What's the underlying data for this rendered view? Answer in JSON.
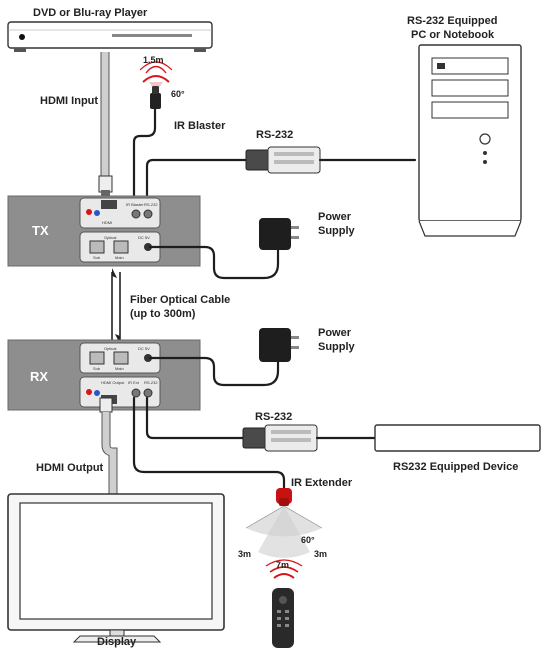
{
  "labels": {
    "source_player": "DVD or Blu-ray Player",
    "hdmi_input": "HDMI Input",
    "ir_blaster": "IR Blaster",
    "blaster_range": "1.5m",
    "blaster_angle": "60°",
    "rs232_top": "RS-232",
    "pc_line1": "RS-232 Equipped",
    "pc_line2": "PC or Notebook",
    "tx": "TX",
    "power_supply_tx_1": "Power",
    "power_supply_tx_2": "Supply",
    "fiber_line1": "Fiber Optical Cable",
    "fiber_line2": "(up to 300m)",
    "power_supply_rx_1": "Power",
    "power_supply_rx_2": "Supply",
    "rx": "RX",
    "rs232_bottom": "RS-232",
    "rs232_device": "RS232 Equipped Device",
    "hdmi_output": "HDMI Output",
    "ir_extender": "IR Extender",
    "ext_angle": "60°",
    "ext_left": "3m",
    "ext_right": "3m",
    "ext_center": "7m",
    "display": "Display"
  },
  "port_labels": {
    "tx_optical_top": "Optical",
    "tx_sub": "Sub",
    "tx_main": "Main",
    "tx_dc": "DC 5V",
    "tx_hdmi": "HDMI",
    "tx_irblaster": "IR Blaster",
    "tx_rs232": "RS-232",
    "rx_optical_top": "Optical",
    "rx_sub": "Sub",
    "rx_main": "Main",
    "rx_dc": "DC 5V",
    "rx_hdmi": "HDMI Output",
    "rx_irext": "IR Ext",
    "rx_rs232": "RS-232"
  },
  "colors": {
    "unit_body": "#8e8e8e",
    "unit_panel": "#e9e9e9",
    "ir_wave": "#d9141a",
    "cable": "#1e1e1e",
    "hdmi_cable": "#cfcfcf",
    "range_fan": "#dcdcdc"
  }
}
